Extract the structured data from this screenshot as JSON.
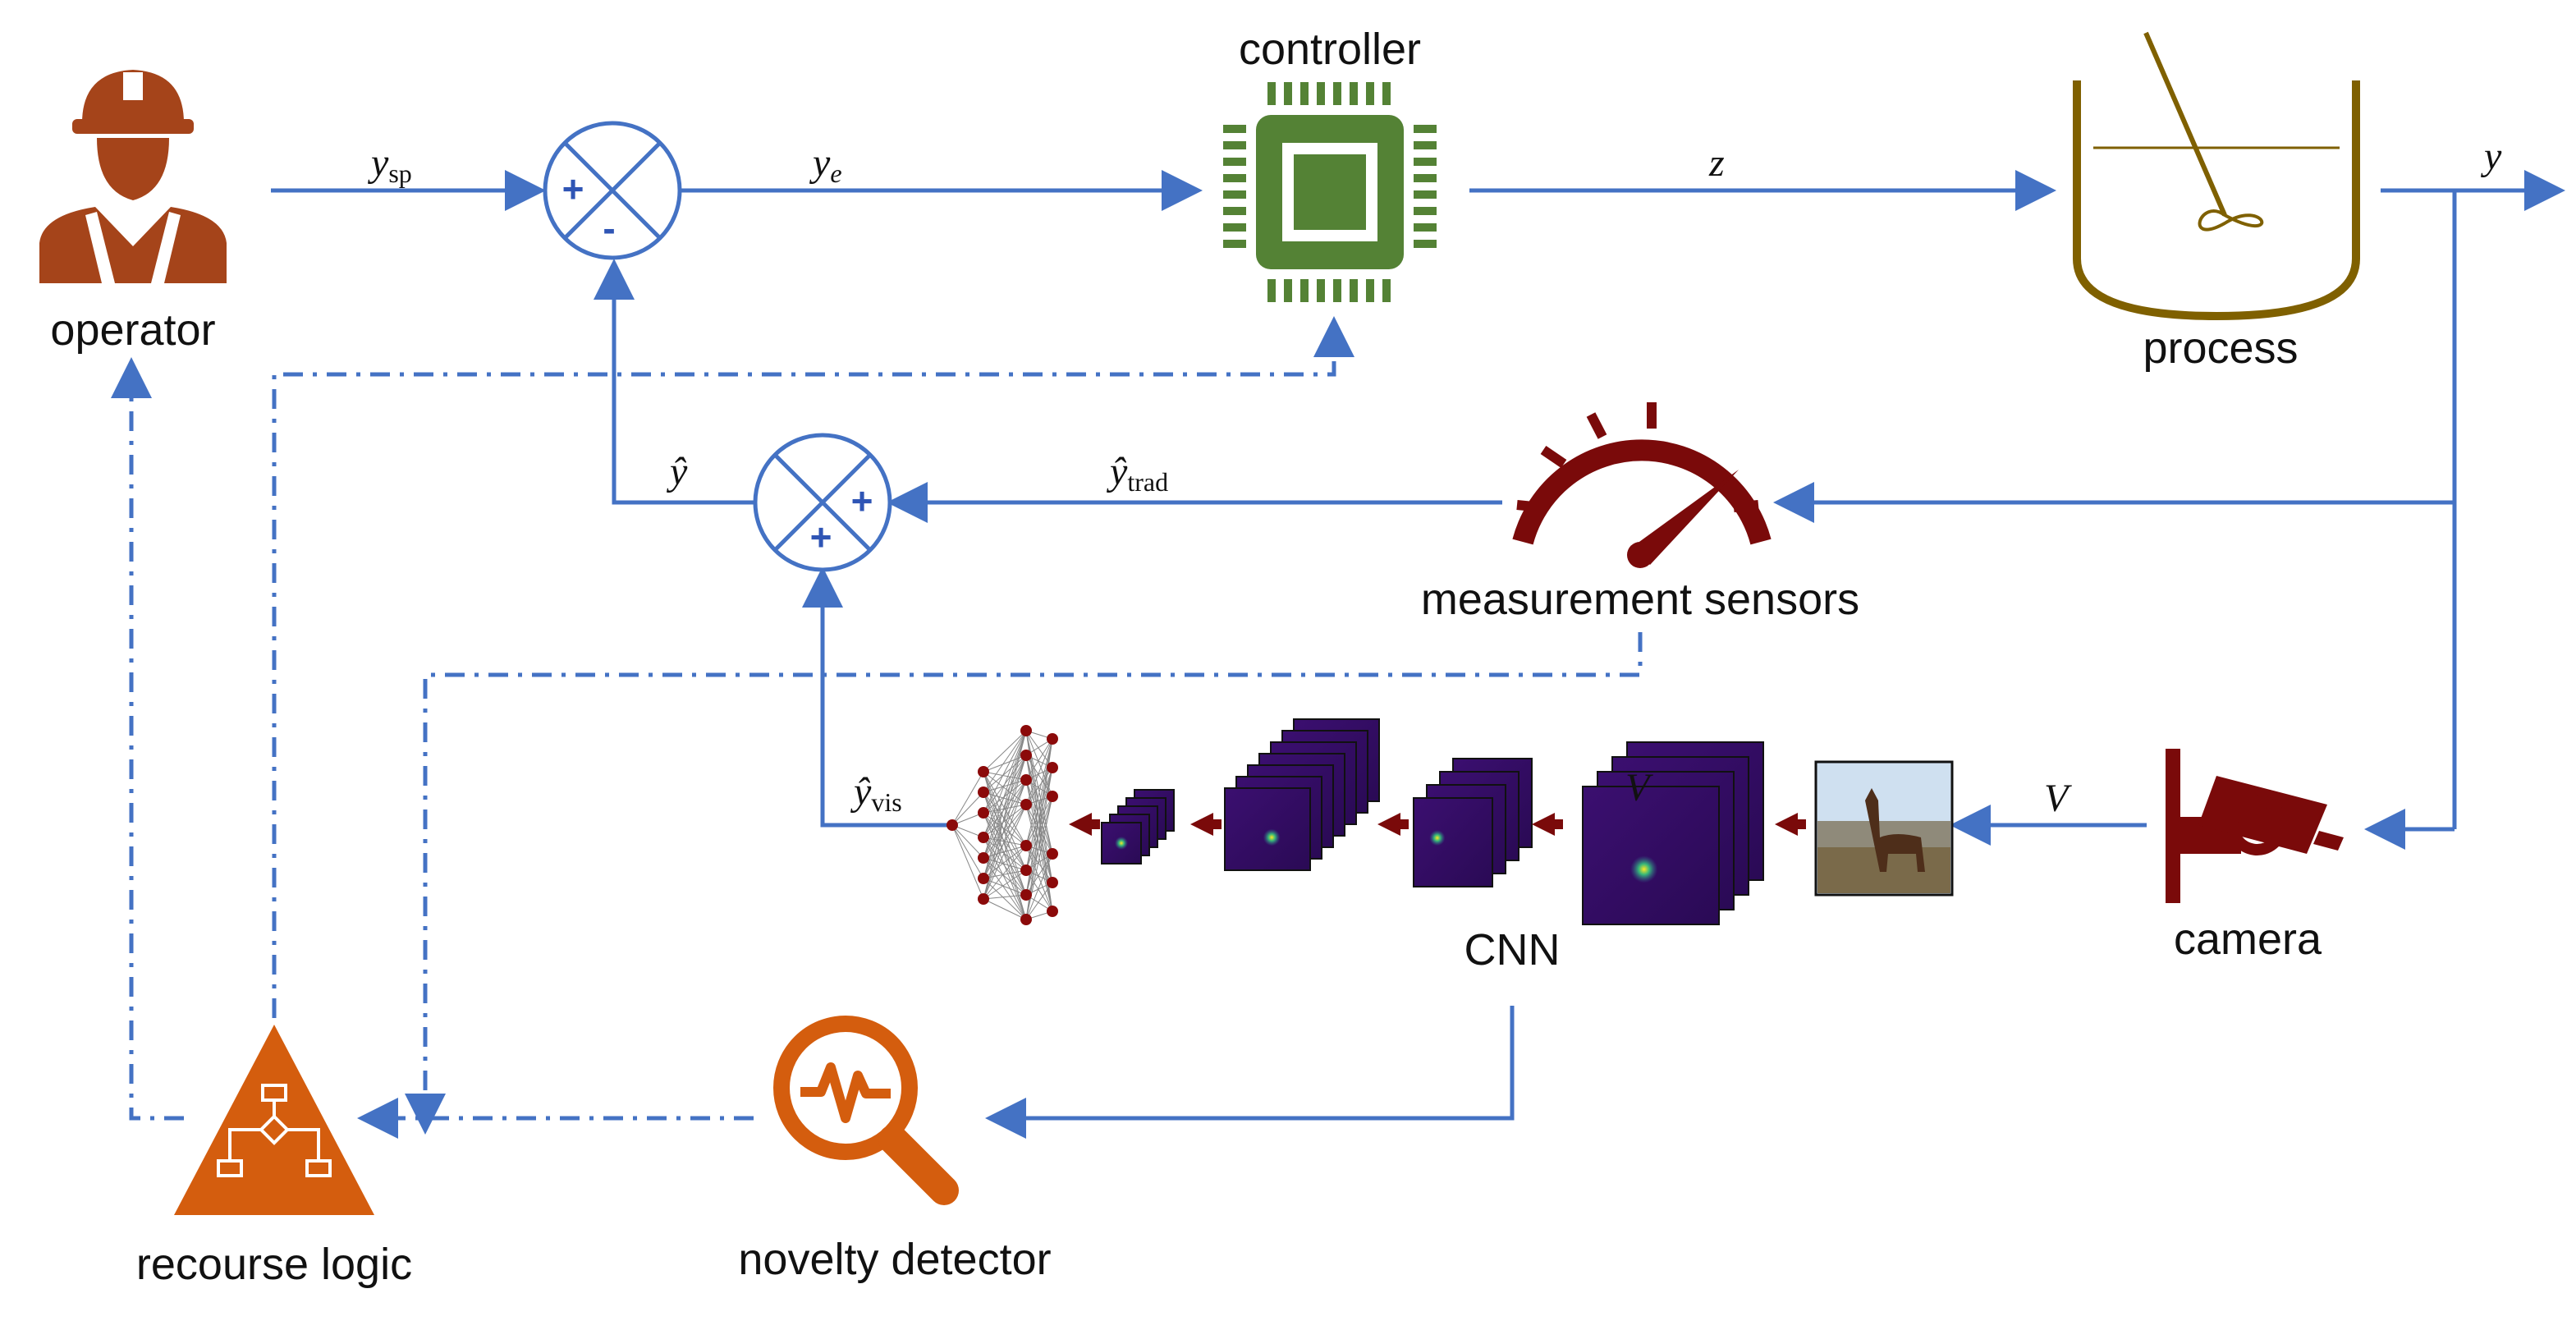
{
  "labels": {
    "operator": "operator",
    "controller": "controller",
    "process": "process",
    "measurement_sensors": "measurement sensors",
    "camera": "camera",
    "cnn": "CNN",
    "novelty_detector": "novelty detector",
    "recourse_logic": "recourse logic"
  },
  "signals": {
    "y_sp": {
      "base": "y",
      "sub": "sp"
    },
    "y_e": {
      "base": "y",
      "sub": "e"
    },
    "z": "z",
    "y": "y",
    "y_hat": "ŷ",
    "y_hat_trad": {
      "base": "ŷ",
      "sub": "trad"
    },
    "y_hat_vis": {
      "base": "ŷ",
      "sub": "vis"
    },
    "V": "V",
    "V_overlay": "V"
  },
  "summing_junctions": {
    "top": {
      "upper_left": "+",
      "lower": "-"
    },
    "bottom": {
      "right": "+",
      "lower": "+"
    }
  },
  "colors": {
    "signal_line": "#4472c4",
    "operator_icon": "#a5441a",
    "controller_icon": "#548235",
    "process_icon": "#7f6000",
    "sensor_icon": "#7a0a0a",
    "camera_icon": "#7a0a0a",
    "cnn_arrow": "#7a0a0a",
    "recourse_icon": "#d45d0e",
    "novelty_icon": "#d45d0e"
  },
  "icons": [
    "operator-icon",
    "controller-chip-icon",
    "process-tank-icon",
    "measurement-gauge-icon",
    "security-camera-icon",
    "cnn-network-icon",
    "novelty-magnifier-icon",
    "recourse-flowchart-icon"
  ]
}
